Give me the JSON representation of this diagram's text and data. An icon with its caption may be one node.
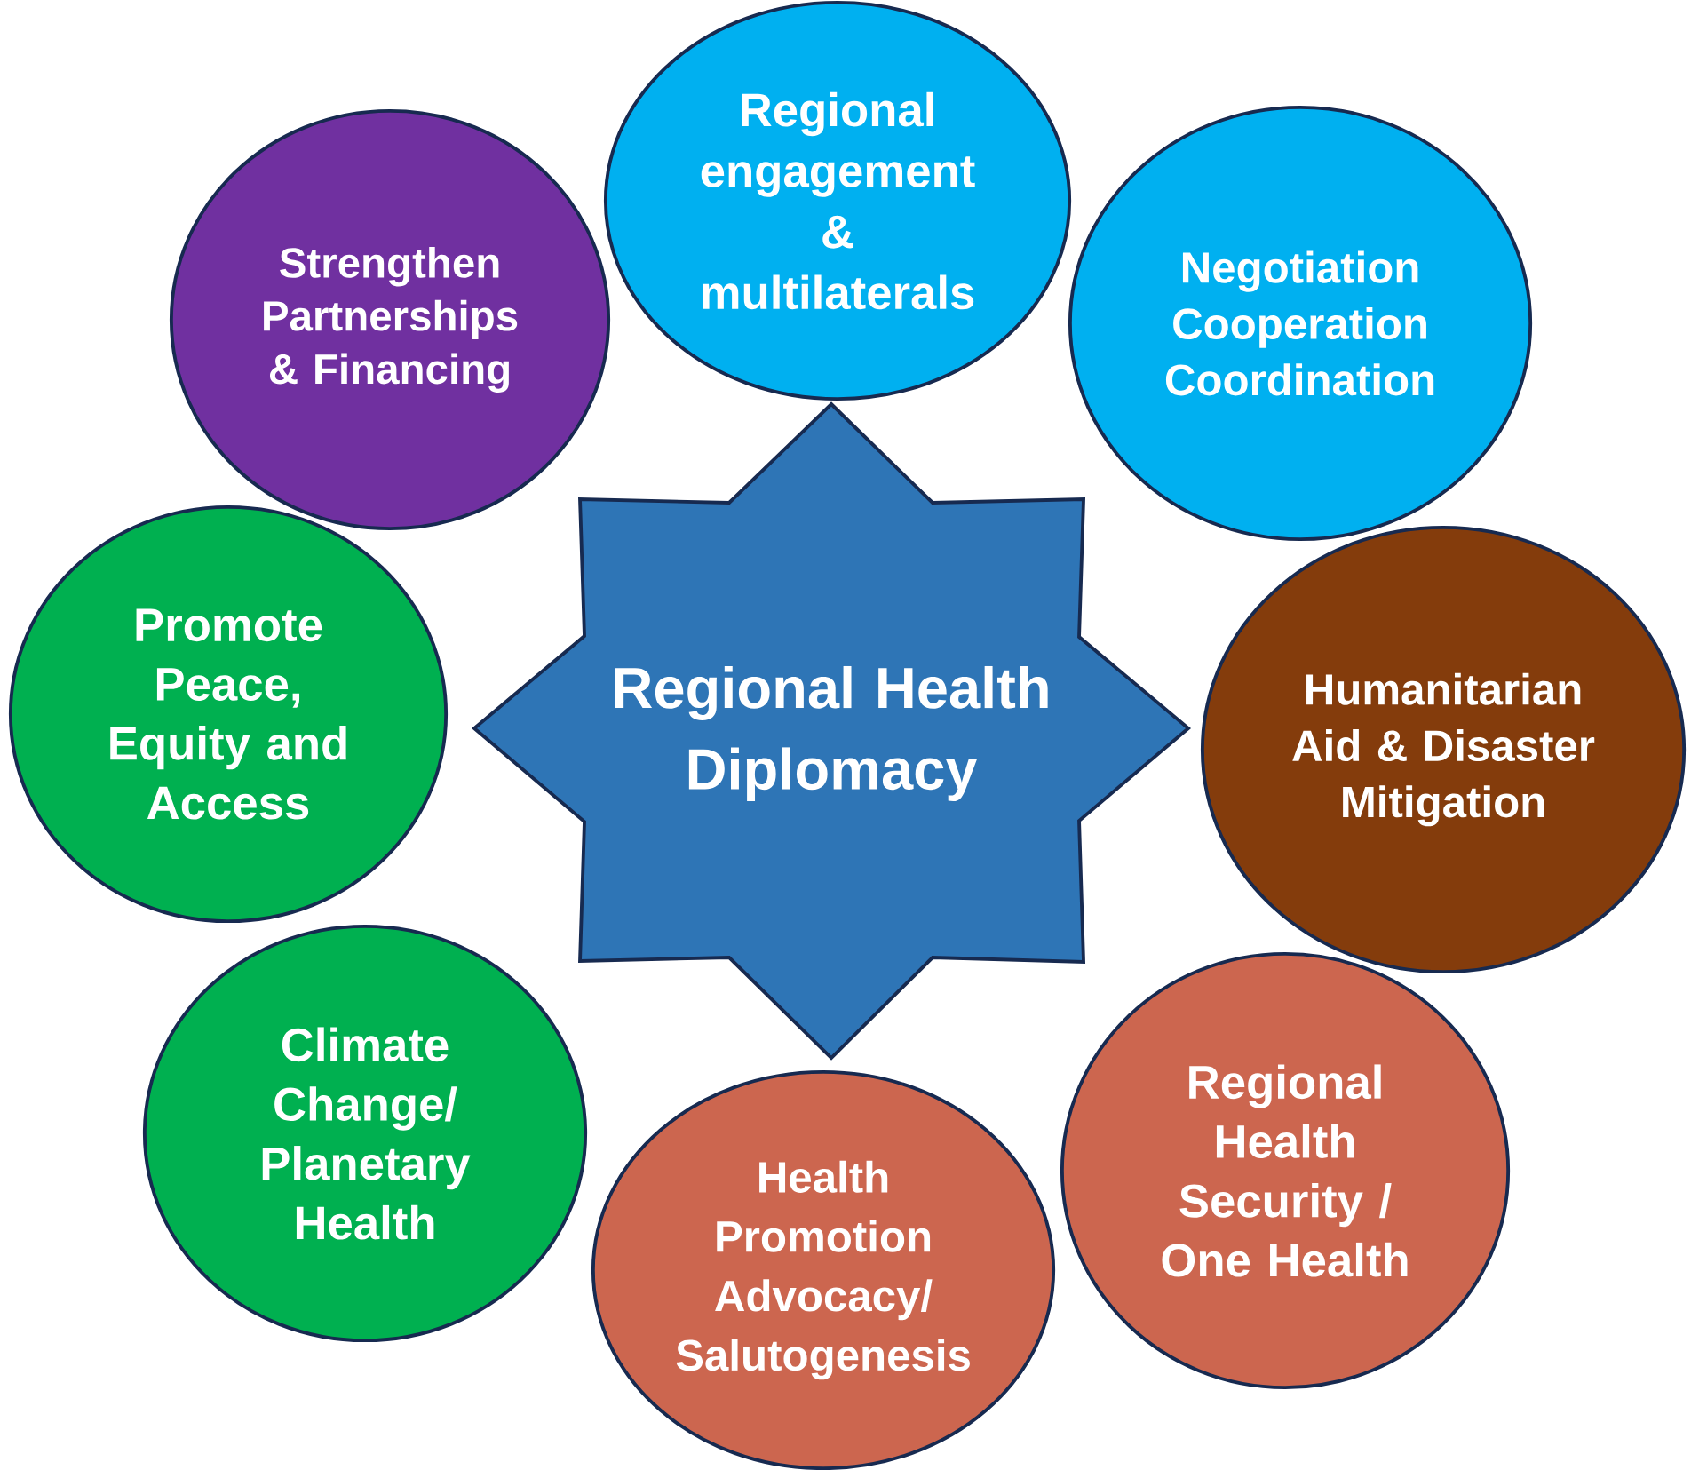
{
  "diagram": {
    "nodes": [
      {
        "text": [
          "Regional Health Diplomacy"
        ]
      },
      {
        "text": [
          "Regional engagement & multilaterals"
        ]
      },
      {
        "text": [
          "Negotiation Cooperation Coordination"
        ]
      },
      {
        "text": [
          "Humanitarian Aid & Disaster Mitigation"
        ]
      },
      {
        "text": [
          "Regional Health Security / One Health"
        ]
      },
      {
        "text": [
          "Health Promotion Advocacy/ Salutogenesis"
        ]
      },
      {
        "text": [
          "Climate Change/ Planetary Health"
        ]
      },
      {
        "text": [
          "Promote Peace, Equity and Access"
        ]
      },
      {
        "text": [
          "Strengthen Partnerships & Financing"
        ]
      }
    ]
  }
}
